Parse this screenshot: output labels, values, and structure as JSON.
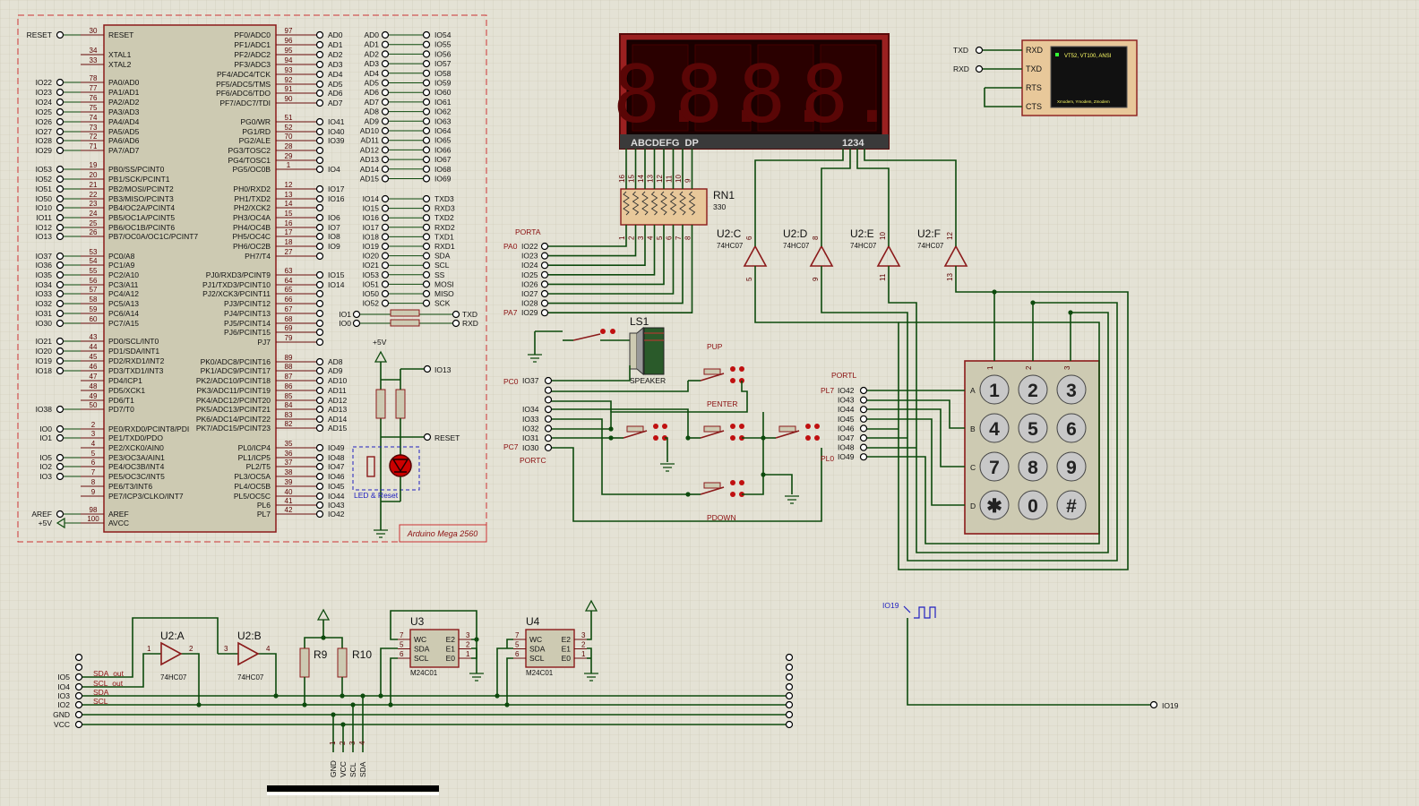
{
  "mega": {
    "title": "Arduino Mega 2560",
    "left": [
      {
        "net": "RESET",
        "num": "30",
        "sig": "RESET"
      },
      {
        "net": "",
        "num": "34",
        "sig": "XTAL1"
      },
      {
        "net": "",
        "num": "33",
        "sig": "XTAL2"
      },
      {
        "net": "IO22",
        "num": "78",
        "sig": "PA0/AD0"
      },
      {
        "net": "IO23",
        "num": "77",
        "sig": "PA1/AD1"
      },
      {
        "net": "IO24",
        "num": "76",
        "sig": "PA2/AD2"
      },
      {
        "net": "IO25",
        "num": "75",
        "sig": "PA3/AD3"
      },
      {
        "net": "IO26",
        "num": "74",
        "sig": "PA4/AD4"
      },
      {
        "net": "IO27",
        "num": "73",
        "sig": "PA5/AD5"
      },
      {
        "net": "IO28",
        "num": "72",
        "sig": "PA6/AD6"
      },
      {
        "net": "IO29",
        "num": "71",
        "sig": "PA7/AD7"
      },
      {
        "net": "IO53",
        "num": "19",
        "sig": "PB0/SS/PCINT0"
      },
      {
        "net": "IO52",
        "num": "20",
        "sig": "PB1/SCK/PCINT1"
      },
      {
        "net": "IO51",
        "num": "21",
        "sig": "PB2/MOSI/PCINT2"
      },
      {
        "net": "IO50",
        "num": "22",
        "sig": "PB3/MISO/PCINT3"
      },
      {
        "net": "IO10",
        "num": "23",
        "sig": "PB4/OC2A/PCINT4"
      },
      {
        "net": "IO11",
        "num": "24",
        "sig": "PB5/OC1A/PCINT5"
      },
      {
        "net": "IO12",
        "num": "25",
        "sig": "PB6/OC1B/PCINT6"
      },
      {
        "net": "IO13",
        "num": "26",
        "sig": "PB7/OC0A/OC1C/PCINT7"
      },
      {
        "net": "IO37",
        "num": "53",
        "sig": "PC0/A8"
      },
      {
        "net": "IO36",
        "num": "54",
        "sig": "PC1/A9"
      },
      {
        "net": "IO35",
        "num": "55",
        "sig": "PC2/A10"
      },
      {
        "net": "IO34",
        "num": "56",
        "sig": "PC3/A11"
      },
      {
        "net": "IO33",
        "num": "57",
        "sig": "PC4/A12"
      },
      {
        "net": "IO32",
        "num": "58",
        "sig": "PC5/A13"
      },
      {
        "net": "IO31",
        "num": "59",
        "sig": "PC6/A14"
      },
      {
        "net": "IO30",
        "num": "60",
        "sig": "PC7/A15"
      },
      {
        "net": "IO21",
        "num": "43",
        "sig": "PD0/SCL/INT0"
      },
      {
        "net": "IO20",
        "num": "44",
        "sig": "PD1/SDA/INT1"
      },
      {
        "net": "IO19",
        "num": "45",
        "sig": "PD2/RXD1/INT2"
      },
      {
        "net": "IO18",
        "num": "46",
        "sig": "PD3/TXD1/INT3"
      },
      {
        "net": "",
        "num": "47",
        "sig": "PD4/ICP1"
      },
      {
        "net": "",
        "num": "48",
        "sig": "PD5/XCK1"
      },
      {
        "net": "",
        "num": "49",
        "sig": "PD6/T1"
      },
      {
        "net": "IO38",
        "num": "50",
        "sig": "PD7/T0"
      },
      {
        "net": "IO0",
        "num": "2",
        "sig": "PE0/RXD0/PCINT8/PDI"
      },
      {
        "net": "IO1",
        "num": "3",
        "sig": "PE1/TXD0/PDO"
      },
      {
        "net": "",
        "num": "4",
        "sig": "PE2/XCK0/AIN0"
      },
      {
        "net": "IO5",
        "num": "5",
        "sig": "PE3/OC3A/AIN1"
      },
      {
        "net": "IO2",
        "num": "6",
        "sig": "PE4/OC3B/INT4"
      },
      {
        "net": "IO3",
        "num": "7",
        "sig": "PE5/OC3C/INT5"
      },
      {
        "net": "",
        "num": "8",
        "sig": "PE6/T3/INT6"
      },
      {
        "net": "",
        "num": "9",
        "sig": "PE7/ICP3/CLKO/INT7"
      },
      {
        "net": "AREF",
        "num": "98",
        "sig": "AREF"
      },
      {
        "net": "+5V",
        "num": "100",
        "sig": "AVCC"
      }
    ],
    "right": [
      {
        "sig": "PF0/ADC0",
        "num": "97",
        "net": "AD0"
      },
      {
        "sig": "PF1/ADC1",
        "num": "96",
        "net": "AD1"
      },
      {
        "sig": "PF2/ADC2",
        "num": "95",
        "net": "AD2"
      },
      {
        "sig": "PF3/ADC3",
        "num": "94",
        "net": "AD3"
      },
      {
        "sig": "PF4/ADC4/TCK",
        "num": "93",
        "net": "AD4"
      },
      {
        "sig": "PF5/ADC5/TMS",
        "num": "92",
        "net": "AD5"
      },
      {
        "sig": "PF6/ADC6/TDO",
        "num": "91",
        "net": "AD6"
      },
      {
        "sig": "PF7/ADC7/TDI",
        "num": "90",
        "net": "AD7"
      },
      {
        "sig": "PG0/WR",
        "num": "51",
        "net": "IO41"
      },
      {
        "sig": "PG1/RD",
        "num": "52",
        "net": "IO40"
      },
      {
        "sig": "PG2/ALE",
        "num": "70",
        "net": "IO39"
      },
      {
        "sig": "PG3/TOSC2",
        "num": "28",
        "net": ""
      },
      {
        "sig": "PG4/TOSC1",
        "num": "29",
        "net": ""
      },
      {
        "sig": "PG5/OC0B",
        "num": "1",
        "net": "IO4"
      },
      {
        "sig": "PH0/RXD2",
        "num": "12",
        "net": "IO17"
      },
      {
        "sig": "PH1/TXD2",
        "num": "13",
        "net": "IO16"
      },
      {
        "sig": "PH2/XCK2",
        "num": "14",
        "net": ""
      },
      {
        "sig": "PH3/OC4A",
        "num": "15",
        "net": "IO6"
      },
      {
        "sig": "PH4/OC4B",
        "num": "16",
        "net": "IO7"
      },
      {
        "sig": "PH5/OC4C",
        "num": "17",
        "net": "IO8"
      },
      {
        "sig": "PH6/OC2B",
        "num": "18",
        "net": "IO9"
      },
      {
        "sig": "PH7/T4",
        "num": "27",
        "net": ""
      },
      {
        "sig": "PJ0/RXD3/PCINT9",
        "num": "63",
        "net": "IO15"
      },
      {
        "sig": "PJ1/TXD3/PCINT10",
        "num": "64",
        "net": "IO14"
      },
      {
        "sig": "PJ2/XCK3/PCINT11",
        "num": "65",
        "net": ""
      },
      {
        "sig": "PJ3/PCINT12",
        "num": "66",
        "net": ""
      },
      {
        "sig": "PJ4/PCINT13",
        "num": "67",
        "net": ""
      },
      {
        "sig": "PJ5/PCINT14",
        "num": "68",
        "net": ""
      },
      {
        "sig": "PJ6/PCINT15",
        "num": "69",
        "net": ""
      },
      {
        "sig": "PJ7",
        "num": "79",
        "net": ""
      },
      {
        "sig": "PK0/ADC8/PCINT16",
        "num": "89",
        "net": "AD8"
      },
      {
        "sig": "PK1/ADC9/PCINT17",
        "num": "88",
        "net": "AD9"
      },
      {
        "sig": "PK2/ADC10/PCINT18",
        "num": "87",
        "net": "AD10"
      },
      {
        "sig": "PK3/ADC11/PCINT19",
        "num": "86",
        "net": "AD11"
      },
      {
        "sig": "PK4/ADC12/PCINT20",
        "num": "85",
        "net": "AD12"
      },
      {
        "sig": "PK5/ADC13/PCINT21",
        "num": "84",
        "net": "AD13"
      },
      {
        "sig": "PK6/ADC14/PCINT22",
        "num": "83",
        "net": "AD14"
      },
      {
        "sig": "PK7/ADC15/PCINT23",
        "num": "82",
        "net": "AD15"
      },
      {
        "sig": "PL0/ICP4",
        "num": "35",
        "net": "IO49"
      },
      {
        "sig": "PL1/ICP5",
        "num": "36",
        "net": "IO48"
      },
      {
        "sig": "PL2/T5",
        "num": "37",
        "net": "IO47"
      },
      {
        "sig": "PL3/OC5A",
        "num": "38",
        "net": "IO46"
      },
      {
        "sig": "PL4/OC5B",
        "num": "39",
        "net": "IO45"
      },
      {
        "sig": "PL5/OC5C",
        "num": "40",
        "net": "IO44"
      },
      {
        "sig": "PL6",
        "num": "41",
        "net": "IO43"
      },
      {
        "sig": "PL7",
        "num": "42",
        "net": "IO42"
      }
    ]
  },
  "ad_map": [
    {
      "a": "AD0",
      "b": "IO54"
    },
    {
      "a": "AD1",
      "b": "IO55"
    },
    {
      "a": "AD2",
      "b": "IO56"
    },
    {
      "a": "AD3",
      "b": "IO57"
    },
    {
      "a": "AD4",
      "b": "IO58"
    },
    {
      "a": "AD5",
      "b": "IO59"
    },
    {
      "a": "AD6",
      "b": "IO60"
    },
    {
      "a": "AD7",
      "b": "IO61"
    },
    {
      "a": "AD8",
      "b": "IO62"
    },
    {
      "a": "AD9",
      "b": "IO63"
    },
    {
      "a": "AD10",
      "b": "IO64"
    },
    {
      "a": "AD11",
      "b": "IO65"
    },
    {
      "a": "AD12",
      "b": "IO66"
    },
    {
      "a": "AD13",
      "b": "IO67"
    },
    {
      "a": "AD14",
      "b": "IO68"
    },
    {
      "a": "AD15",
      "b": "IO69"
    }
  ],
  "io_map": [
    {
      "a": "IO14",
      "b": "TXD3"
    },
    {
      "a": "IO15",
      "b": "RXD3"
    },
    {
      "a": "IO16",
      "b": "TXD2"
    },
    {
      "a": "IO17",
      "b": "RXD2"
    },
    {
      "a": "IO18",
      "b": "TXD1"
    },
    {
      "a": "IO19",
      "b": "RXD1"
    },
    {
      "a": "IO20",
      "b": "SDA"
    },
    {
      "a": "IO21",
      "b": "SCL"
    },
    {
      "a": "IO53",
      "b": "SS"
    },
    {
      "a": "IO51",
      "b": "MOSI"
    },
    {
      "a": "IO50",
      "b": "MISO"
    },
    {
      "a": "IO52",
      "b": "SCK"
    }
  ],
  "uart_link": [
    {
      "a": "IO1",
      "b": "TXD"
    },
    {
      "a": "IO0",
      "b": "RXD"
    }
  ],
  "led_reset": {
    "label": "LED & Reset",
    "vcc": "+5V",
    "io": "IO13",
    "reset": "RESET"
  },
  "seven_seg": {
    "seg_label": "ABCDEFG  DP",
    "digit_label": "1234",
    "digits": [
      "8.",
      "8.",
      "8.",
      "8."
    ]
  },
  "rn1": {
    "name": "RN1",
    "value": "330",
    "top_pins": [
      "16",
      "15",
      "14",
      "13",
      "12",
      "11",
      "10",
      "9"
    ],
    "bottom_pins": [
      "1",
      "2",
      "3",
      "4",
      "5",
      "6",
      "7",
      "8"
    ]
  },
  "porta": {
    "title": "PORTA",
    "first": "PA0",
    "last": "PA7",
    "nets": [
      "IO22",
      "IO23",
      "IO24",
      "IO25",
      "IO26",
      "IO27",
      "IO28",
      "IO29"
    ]
  },
  "buffers_top": [
    {
      "name": "U2:C",
      "part": "74HC07",
      "in": "5",
      "out": "6"
    },
    {
      "name": "U2:D",
      "part": "74HC07",
      "in": "9",
      "out": "8"
    },
    {
      "name": "U2:E",
      "part": "74HC07",
      "in": "11",
      "out": "10"
    },
    {
      "name": "U2:F",
      "part": "74HC07",
      "in": "13",
      "out": "12"
    }
  ],
  "speaker": {
    "name": "LS1",
    "label": "SPEAKER"
  },
  "buttons": {
    "up": "PUP",
    "enter": "PENTER",
    "down": "PDOWN"
  },
  "portc": {
    "title": "PORTC",
    "first": "PC0",
    "last": "PC7",
    "nets": [
      "IO37",
      "",
      "",
      "IO34",
      "IO33",
      "IO32",
      "IO31",
      "IO30"
    ]
  },
  "terminal": {
    "pins": [
      "RXD",
      "TXD",
      "RTS",
      "CTS"
    ],
    "nets": [
      "TXD",
      "RXD"
    ],
    "screen": "VT52, VT100, ANSI",
    "footer": "Xmodem, Ymodem, Zmodem"
  },
  "portl": {
    "title": "PORTL",
    "first": "PL7",
    "last": "PL0",
    "nets": [
      "IO42",
      "IO43",
      "IO44",
      "IO45",
      "IO46",
      "IO47",
      "IO48",
      "IO49"
    ]
  },
  "keypad": {
    "rows": [
      "A",
      "B",
      "C",
      "D"
    ],
    "cols": [
      "1",
      "2",
      "3"
    ],
    "keys": [
      "1",
      "2",
      "3",
      "4",
      "5",
      "6",
      "7",
      "8",
      "9",
      "✱",
      "0",
      "#"
    ]
  },
  "i2c": {
    "nets": [
      "IO5",
      "IO4",
      "IO3",
      "IO2",
      "GND",
      "VCC"
    ],
    "wire_labels": [
      "SDA_out",
      "SCL_out",
      "SDA",
      "SCL"
    ],
    "u2a": {
      "name": "U2:A",
      "part": "74HC07",
      "in": "1",
      "out": "2"
    },
    "u2b": {
      "name": "U2:B",
      "part": "74HC07",
      "in": "3",
      "out": "4"
    },
    "r9": "R9",
    "r10": "R10",
    "u3": {
      "name": "U3",
      "part": "M24C01",
      "pins_l": [
        "WC",
        "SDA",
        "SCL"
      ],
      "nums_l": [
        "7",
        "5",
        "6"
      ],
      "pins_r": [
        "E2",
        "E1",
        "E0"
      ],
      "nums_r": [
        "3",
        "2",
        "1"
      ]
    },
    "u4": {
      "name": "U4",
      "part": "M24C01",
      "pins_l": [
        "WC",
        "SDA",
        "SCL"
      ],
      "nums_l": [
        "7",
        "5",
        "6"
      ],
      "pins_r": [
        "E2",
        "E1",
        "E0"
      ],
      "nums_r": [
        "3",
        "2",
        "1"
      ]
    },
    "header_nums": [
      "1",
      "2",
      "3",
      "4"
    ],
    "header_labels": [
      "GND",
      "VCC",
      "SCL",
      "SDA"
    ]
  },
  "io19_probe": {
    "label": "IO19",
    "net": "IO19"
  }
}
